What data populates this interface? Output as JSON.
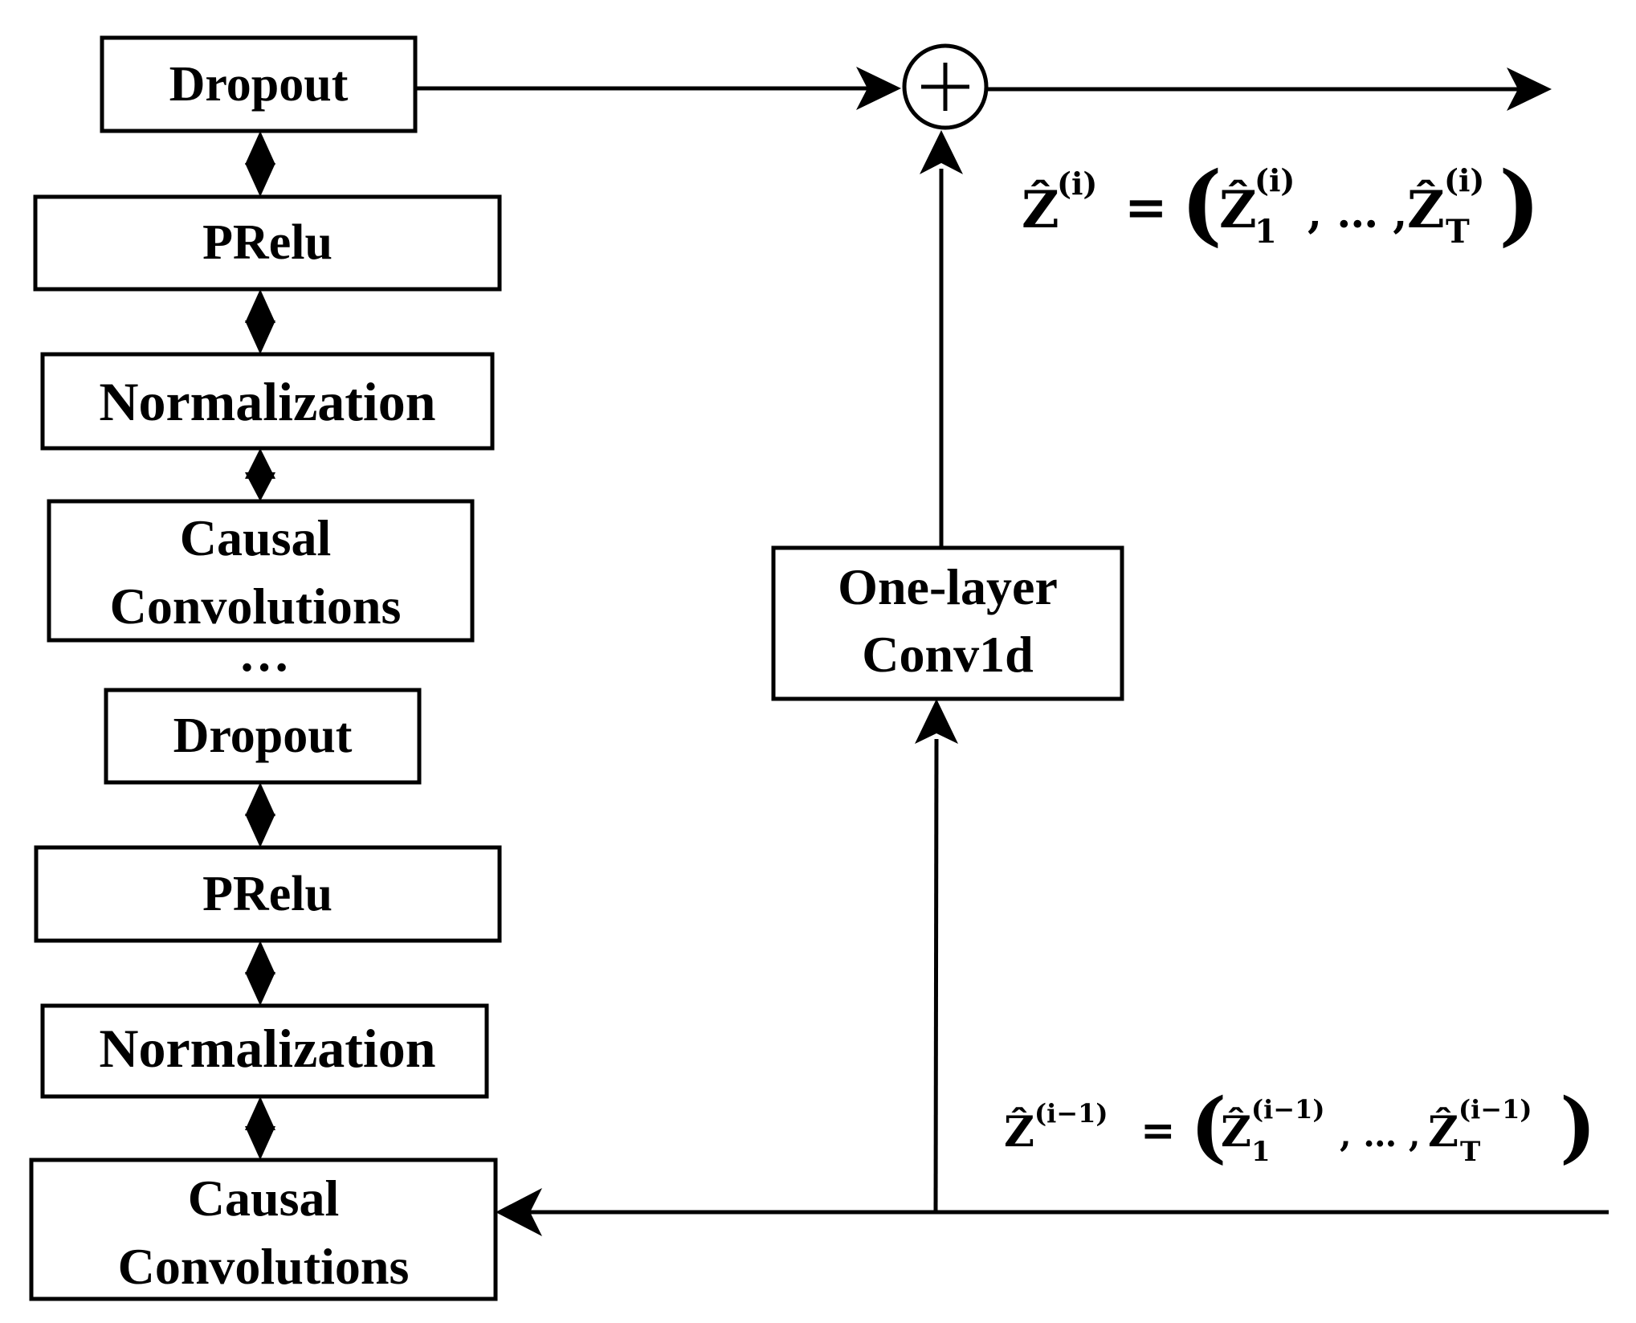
{
  "blocks": {
    "dropout_top": "Dropout",
    "prelu_top": "PRelu",
    "normalization_top": "Normalization",
    "causal_top_line1": "Causal",
    "causal_top_line2": "Convolutions",
    "ellipsis": "…",
    "dropout_bottom": "Dropout",
    "prelu_bottom": "PRelu",
    "normalization_bottom": "Normalization",
    "causal_bottom_line1": "Causal",
    "causal_bottom_line2": "Convolutions",
    "conv_line1": "One-layer",
    "conv_line2": "Conv1d"
  },
  "adder_symbol": "+",
  "equations": {
    "output": {
      "lhs": "Ẑ",
      "lhs_sup": "(i)",
      "equals": "=",
      "open_paren": "(",
      "first": "Ẑ",
      "first_sub": "1",
      "first_sup": "(i)",
      "separator": ", … ,",
      "last": "Ẑ",
      "last_sub": "T",
      "last_sup": "(i)",
      "close_paren": ")"
    },
    "input": {
      "lhs": "Ẑ",
      "lhs_sup": "(i−1)",
      "equals": "=",
      "open_paren": "(",
      "first": "Ẑ",
      "first_sub": "1",
      "first_sup": "(i−1)",
      "separator": ", … ,",
      "last": "Ẑ",
      "last_sub": "T",
      "last_sup": "(i−1)",
      "close_paren": ")"
    }
  }
}
